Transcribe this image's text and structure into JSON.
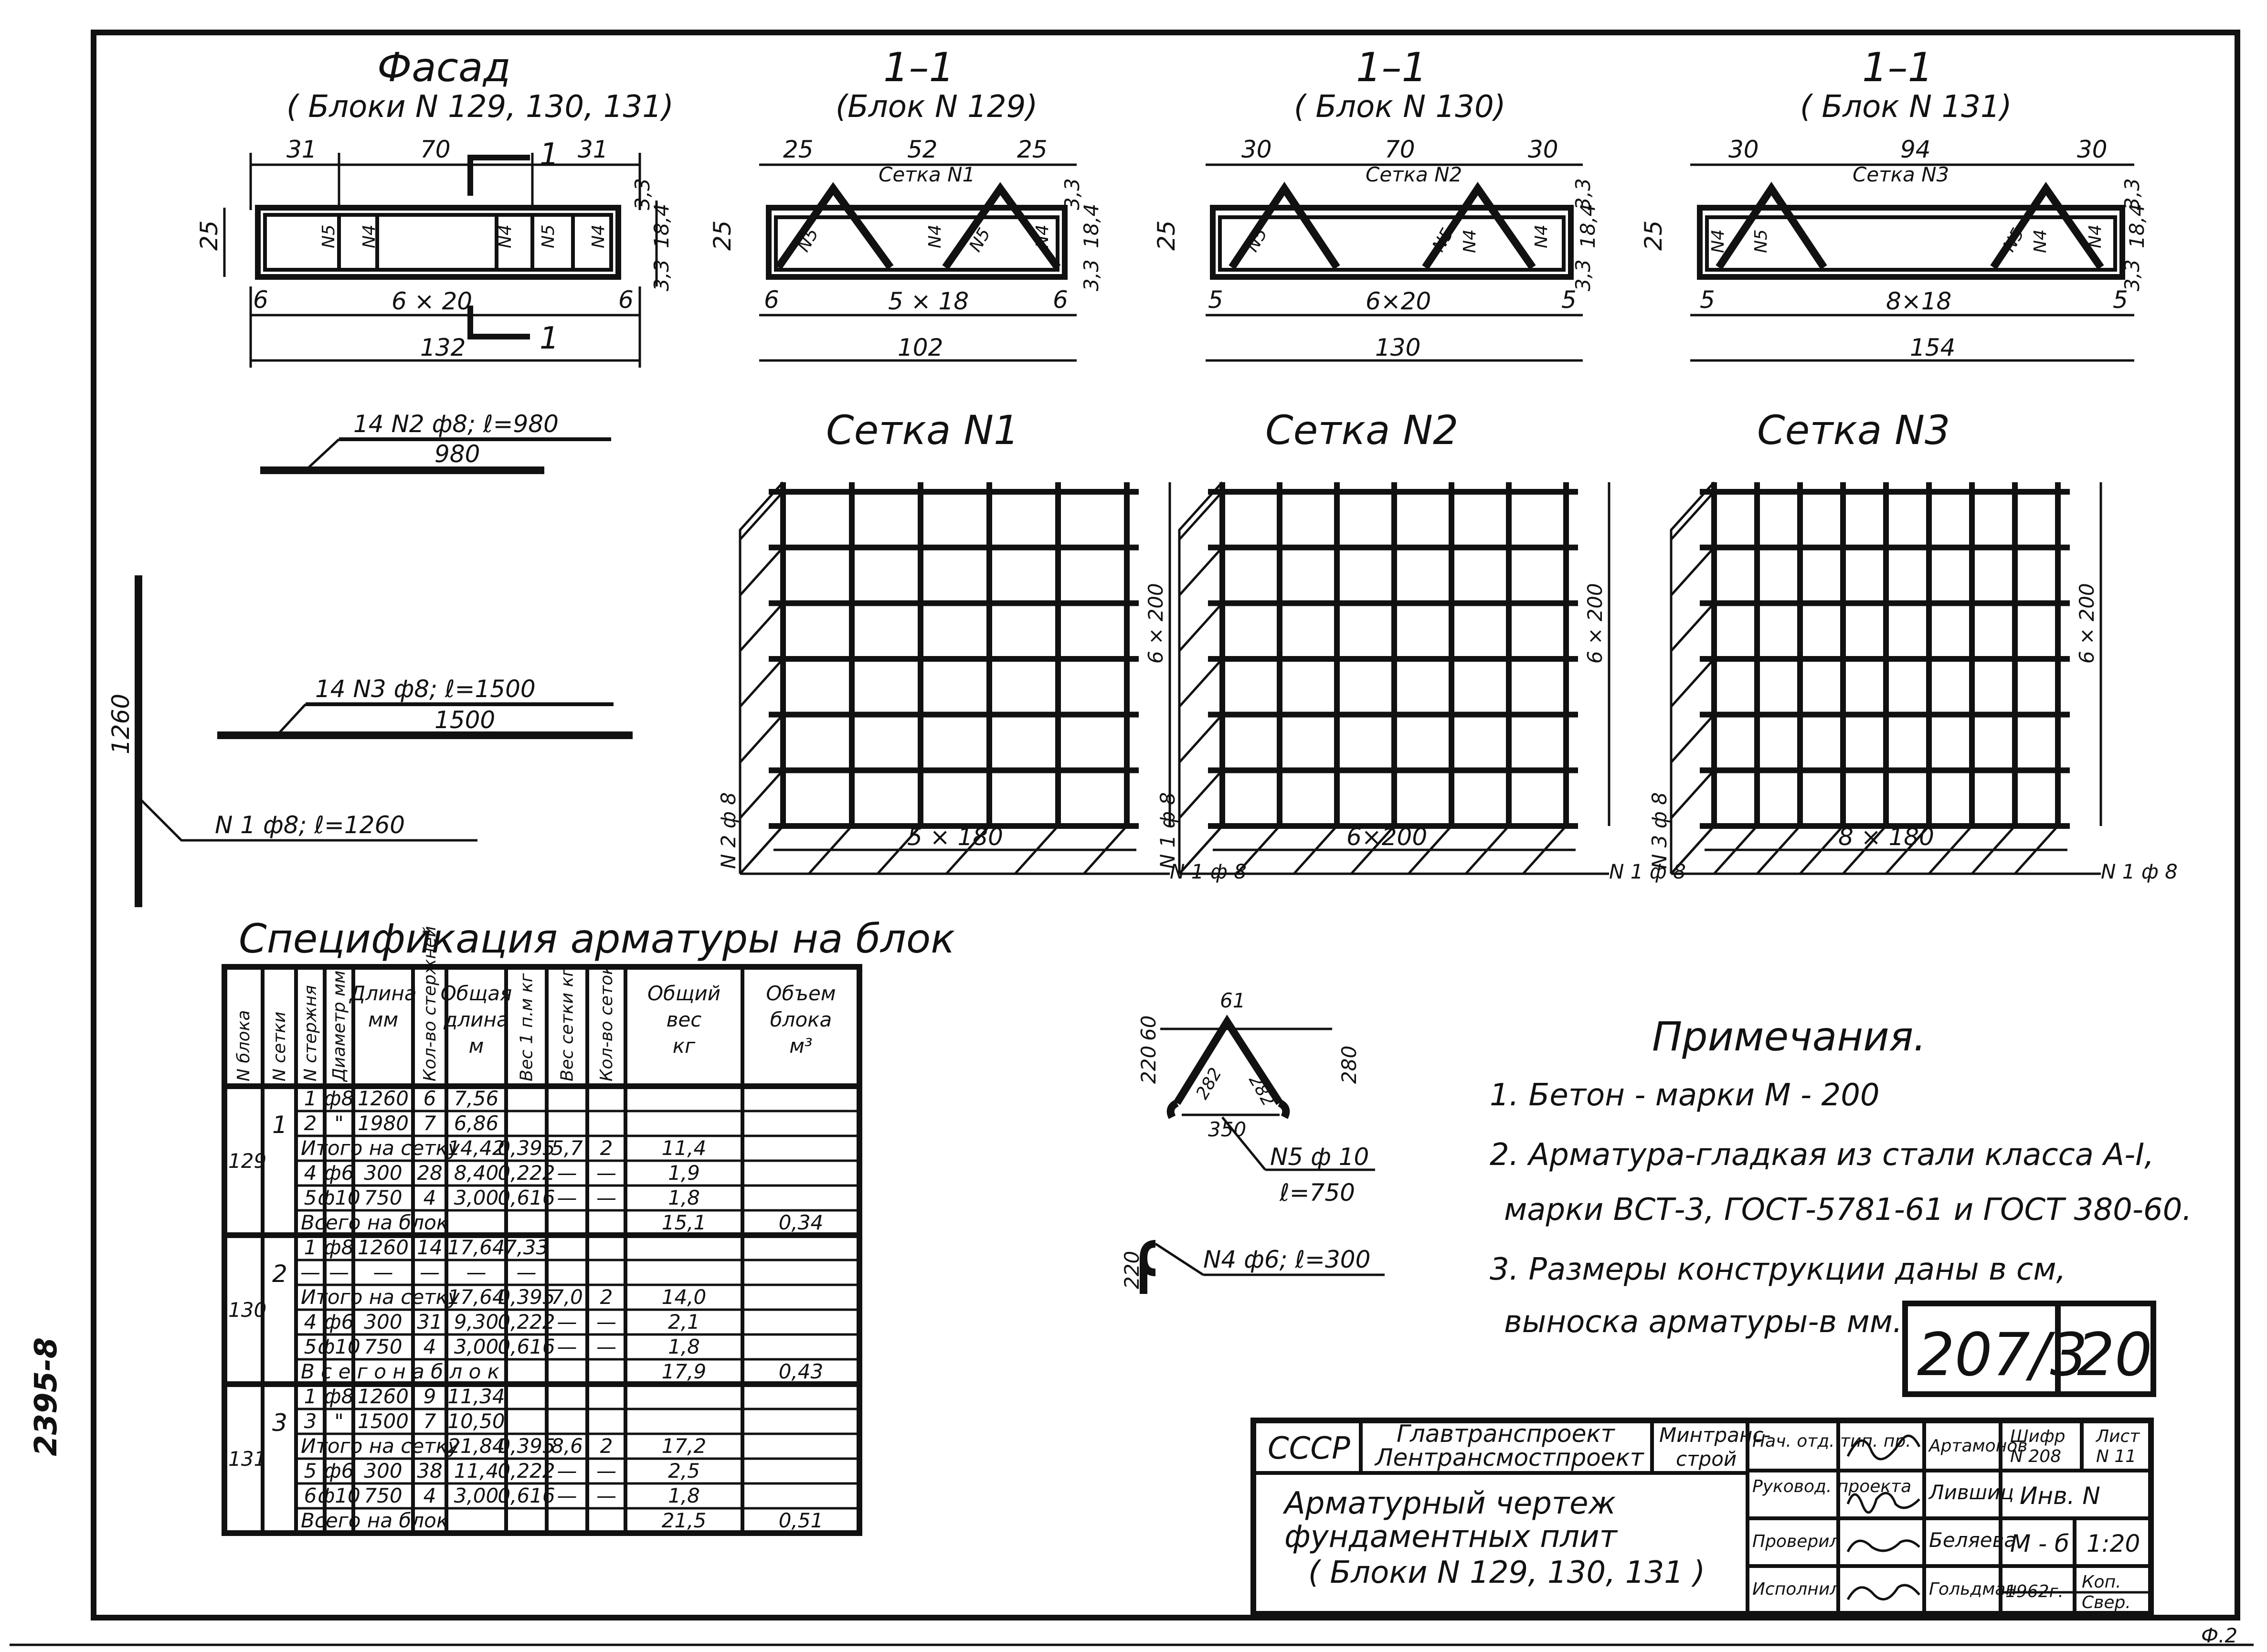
{
  "sheet": {
    "side_code": "2395-8",
    "corner_mark": "Ф.2",
    "series_box": {
      "series": "207/3",
      "sheet_no": "20"
    }
  },
  "facade": {
    "title": "Фасад",
    "subtitle": "( Блоки N 129, 130, 131)",
    "dims": {
      "top_left": "31",
      "top_mid": "70",
      "top_right": "31",
      "height": "25",
      "r1": "3,3",
      "r2": "18,4",
      "r3": "3,3",
      "edge_l": "6",
      "grid": "6 × 20",
      "edge_r": "6",
      "total": "132"
    },
    "tags": [
      "N5",
      "N4",
      "N4",
      "N5",
      "N4"
    ],
    "section_mark_1": "1",
    "section_mark_2": "1"
  },
  "sections": [
    {
      "title": "1–1",
      "subtitle": "(Блок N 129)",
      "dims": {
        "top": [
          "25",
          "52",
          "25"
        ],
        "height": "25",
        "right": [
          "3,3",
          "18,4",
          "3,3"
        ],
        "bottom": [
          "6",
          "5 × 18",
          "6"
        ],
        "total": "102"
      },
      "mesh_label": "Сетка N1",
      "tags": [
        "N5",
        "N4",
        "N5",
        "N4"
      ]
    },
    {
      "title": "1–1",
      "subtitle": "( Блок N 130)",
      "dims": {
        "top": [
          "30",
          "70",
          "30"
        ],
        "height": "25",
        "right": [
          "3,3",
          "18,4",
          "3,3"
        ],
        "bottom": [
          "5",
          "6×20",
          "5"
        ],
        "total": "130"
      },
      "mesh_label": "Сетка N2",
      "tags": [
        "N5",
        "N5",
        "N4",
        "N4"
      ]
    },
    {
      "title": "1–1",
      "subtitle": "( Блок N 131)",
      "dims": {
        "top": [
          "30",
          "94",
          "30"
        ],
        "height": "25",
        "right": [
          "3,3",
          "18,4",
          "3,3"
        ],
        "bottom": [
          "5",
          "8×18",
          "5"
        ],
        "total": "154"
      },
      "mesh_label": "Сетка N3",
      "tags": [
        "N4",
        "N5",
        "N5",
        "N4",
        "N4"
      ]
    }
  ],
  "bars": {
    "n2": {
      "label": "14 N2 ф8; ℓ=980",
      "length": "980"
    },
    "n3": {
      "label": "14 N3 ф8; ℓ=1500",
      "length": "1500"
    },
    "n1": {
      "label": "N 1 ф8;  ℓ=1260",
      "length": "1260"
    },
    "n5": {
      "top": "61",
      "left_a": "220",
      "left_b": "60",
      "right": "280",
      "slope_l": "282",
      "slope_r": "282",
      "base": "350",
      "label": "N5 ф 10",
      "length": "ℓ=750"
    },
    "n4": {
      "label": "N4 ф6; ℓ=300",
      "size": "220"
    }
  },
  "meshes": [
    {
      "title": "Сетка N1",
      "span_h": "5 × 180",
      "span_v": "6 × 200",
      "bar_left": "N 2 ф 8",
      "bar_right": "N 1 ф 8",
      "cols": 5,
      "rows": 6
    },
    {
      "title": "Сетка N2",
      "span_h": "6×200",
      "span_v": "6 × 200",
      "bar_left": "N 1 ф 8",
      "bar_right": "N 1 ф 8",
      "cols": 6,
      "rows": 6
    },
    {
      "title": "Сетка N3",
      "span_h": "8 × 180",
      "span_v": "6 × 200",
      "bar_left": "N 3 ф 8",
      "bar_right": "N 1 ф 8",
      "cols": 8,
      "rows": 6
    }
  ],
  "spec": {
    "title": "Спецификация арматуры на блок",
    "headers": [
      "N блока",
      "N сетки",
      "N стержня",
      "Диаметр мм",
      "Длина мм",
      "Кол-во стержней",
      "Общая длина м",
      "Вес 1 п.м кг",
      "Вес сетки кг",
      "Кол-во сеток",
      "Общий вес кг",
      "Объем блока м³"
    ],
    "rows": [
      [
        "",
        "",
        "1",
        "ф8",
        "1260",
        "6",
        "7,56",
        "",
        "",
        "",
        "",
        ""
      ],
      [
        "",
        "",
        "2",
        "\"",
        "1980",
        "7",
        "6,86",
        "",
        "",
        "",
        "",
        ""
      ],
      [
        "",
        "",
        "Итого на сетку",
        "",
        "",
        "",
        "14,42",
        "0,395",
        "5,7",
        "2",
        "11,4",
        ""
      ],
      [
        "",
        "",
        "4",
        "ф6",
        "300",
        "28",
        "8,40",
        "0,222",
        "—",
        "—",
        "1,9",
        ""
      ],
      [
        "",
        "",
        "5",
        "ф10",
        "750",
        "4",
        "3,00",
        "0,616",
        "—",
        "—",
        "1,8",
        ""
      ],
      [
        "",
        "",
        "Всего   на   блок",
        "",
        "",
        "",
        "",
        "",
        "",
        "",
        "15,1",
        "0,34"
      ],
      [
        "",
        "",
        "1",
        "ф8",
        "1260",
        "14",
        "17,64",
        "7,33",
        "",
        "",
        "",
        ""
      ],
      [
        "",
        "",
        "—",
        "—",
        "—",
        "—",
        "—",
        "—",
        "",
        "",
        "",
        ""
      ],
      [
        "",
        "",
        "Итого на сетку",
        "",
        "",
        "",
        "17,64",
        "0,395",
        "7,0",
        "2",
        "14,0",
        ""
      ],
      [
        "",
        "",
        "4",
        "ф6",
        "300",
        "31",
        "9,30",
        "0,222",
        "—",
        "—",
        "2,1",
        ""
      ],
      [
        "",
        "",
        "5",
        "ф10",
        "750",
        "4",
        "3,00",
        "0,616",
        "—",
        "—",
        "1,8",
        ""
      ],
      [
        "",
        "",
        "В с е г о     н а     б л о к",
        "",
        "",
        "",
        "",
        "",
        "",
        "",
        "17,9",
        "0,43"
      ],
      [
        "",
        "",
        "1",
        "ф8",
        "1260",
        "9",
        "11,34",
        "",
        "",
        "",
        "",
        ""
      ],
      [
        "",
        "",
        "3",
        "\"",
        "1500",
        "7",
        "10,50",
        "",
        "",
        "",
        "",
        ""
      ],
      [
        "",
        "",
        "Итого на сетку",
        "",
        "",
        "",
        "21,84",
        "0,395",
        "8,6",
        "2",
        "17,2",
        ""
      ],
      [
        "",
        "",
        "5",
        "ф6",
        "300",
        "38",
        "11,4",
        "0,222",
        "—",
        "—",
        "2,5",
        ""
      ],
      [
        "",
        "",
        "6",
        "ф10",
        "750",
        "4",
        "3,00",
        "0,616",
        "—",
        "—",
        "1,8",
        ""
      ],
      [
        "",
        "",
        "Всего   на   блок",
        "",
        "",
        "",
        "",
        "",
        "",
        "",
        "21,5",
        "0,51"
      ]
    ],
    "block_labels": [
      {
        "block": "129",
        "mesh": "1"
      },
      {
        "block": "130",
        "mesh": "2"
      },
      {
        "block": "131",
        "mesh": "3"
      }
    ]
  },
  "notes": {
    "title": "Примечания.",
    "items": [
      "1. Бетон - марки  М - 200",
      "2. Арматура-гладкая из стали класса А-I,",
      "марки ВСТ-3, ГОСТ-5781-61 и ГОСТ 380-60.",
      "3. Размеры конструкции даны в см,",
      "выноска арматуры-в мм."
    ]
  },
  "title_block": {
    "country": "СССР",
    "org1": "Главтранспроект",
    "org2": "Лентрансмостпроект",
    "ministry1": "Минтранс-",
    "ministry2": "строй",
    "drawing_title_1": "Арматурный чертеж",
    "drawing_title_2": "фундаментных плит",
    "drawing_title_3": "( Блоки N 129, 130, 131 )",
    "roles": [
      {
        "role": "Нач. отд. тип. пр.",
        "name": "Артамонов"
      },
      {
        "role": "Руковод. проекта",
        "name": "Лившиц"
      },
      {
        "role": "Проверил",
        "name": "Беляева"
      },
      {
        "role": "Исполнил",
        "name": "Гольдман"
      }
    ],
    "cipher_label": "Шифр",
    "cipher": "N 208",
    "sheet_label": "Лист",
    "sheet": "N 11",
    "inv_label": "Инв. N",
    "scale_label": "М - б",
    "scale": "1:20",
    "year": "1962г.",
    "copy1": "Коп.",
    "copy2": "Свер."
  }
}
